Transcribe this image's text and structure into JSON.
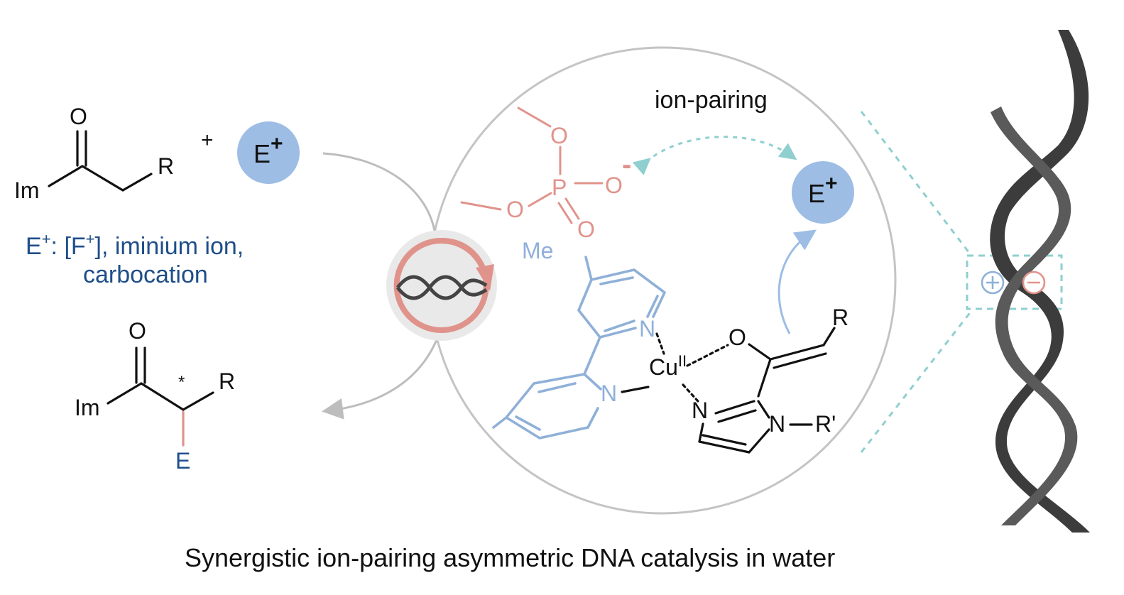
{
  "colors": {
    "electrophile_circle": "#9dbde4",
    "phosphate_pink": "#e0938b",
    "ligand_blue": "#8fb0d8",
    "text_blue": "#1f4e8a",
    "dashed_teal": "#8fcfcf",
    "helix_gray": "#4a4a4a",
    "circle_gray": "#c4c4c4"
  },
  "icons": {
    "dna_cycle": "dna-helix-cycle-icon",
    "dna_helix": "double-helix-icon",
    "plus_charge": "circled-plus-icon",
    "minus_charge": "circled-minus-icon"
  },
  "substrate": {
    "o": "O",
    "im": "Im",
    "r": "R",
    "plus": "+",
    "electrophile": "E",
    "electrophile_charge": "+"
  },
  "electrophile_types": {
    "line1_e": "E",
    "line1_sup": "+",
    "line1_mid": ": [F",
    "line1_sup2": "+",
    "line1_end": "], iminium ion,",
    "line2": "carbocation"
  },
  "product": {
    "o": "O",
    "im": "Im",
    "r": "R",
    "star": "*",
    "e": "E"
  },
  "inset": {
    "ion_pairing_label": "ion-pairing",
    "phosphate": {
      "o_top": "O",
      "o_left": "O",
      "o_bottom": "O",
      "o_right": "O",
      "p": "P",
      "minus": "-"
    },
    "electrophile": "E",
    "electrophile_charge": "+",
    "complex": {
      "me": "Me",
      "n_upper": "N",
      "n_lower": "N",
      "cu": "Cu",
      "cu_ox": "II",
      "o": "O",
      "r": "R",
      "n_imid": "N",
      "n_sub": "N",
      "r_prime": "R'"
    }
  },
  "caption": "Synergistic ion-pairing asymmetric DNA catalysis in water"
}
